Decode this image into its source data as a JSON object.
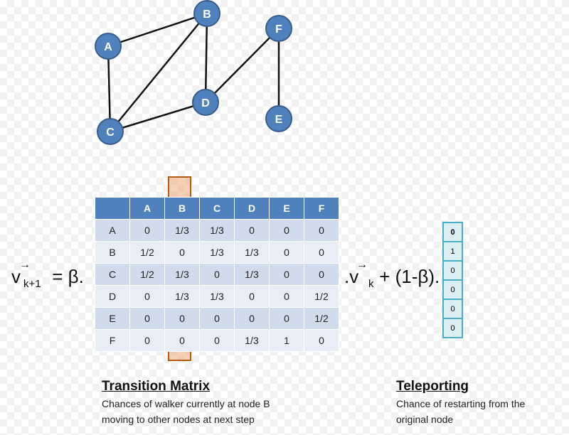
{
  "graph": {
    "nodes": [
      {
        "id": "A",
        "label": "A"
      },
      {
        "id": "B",
        "label": "B"
      },
      {
        "id": "C",
        "label": "C"
      },
      {
        "id": "D",
        "label": "D"
      },
      {
        "id": "E",
        "label": "E"
      },
      {
        "id": "F",
        "label": "F"
      }
    ],
    "edges": [
      [
        "A",
        "B"
      ],
      [
        "A",
        "C"
      ],
      [
        "B",
        "C"
      ],
      [
        "B",
        "D"
      ],
      [
        "C",
        "D"
      ],
      [
        "D",
        "F"
      ],
      [
        "F",
        "E"
      ]
    ],
    "node_color": "#4f81bd",
    "node_stroke": "#385d8a"
  },
  "formula": {
    "lhs_v": "v",
    "arrow": "→",
    "lhs_sub": "k+1",
    "equals_beta": " = β.",
    "rhs_v": ".v",
    "rhs_sub": "k",
    "rhs_tail": " + (1-β)."
  },
  "matrix": {
    "columns": [
      "A",
      "B",
      "C",
      "D",
      "E",
      "F"
    ],
    "rows": [
      {
        "label": "A",
        "cells": [
          "0",
          "1/3",
          "1/3",
          "0",
          "0",
          "0"
        ]
      },
      {
        "label": "B",
        "cells": [
          "1/2",
          "0",
          "1/3",
          "1/3",
          "0",
          "0"
        ]
      },
      {
        "label": "C",
        "cells": [
          "1/2",
          "1/3",
          "0",
          "1/3",
          "0",
          "0"
        ]
      },
      {
        "label": "D",
        "cells": [
          "0",
          "1/3",
          "1/3",
          "0",
          "0",
          "1/2"
        ]
      },
      {
        "label": "E",
        "cells": [
          "0",
          "0",
          "0",
          "0",
          "0",
          "1/2"
        ]
      },
      {
        "label": "F",
        "cells": [
          "0",
          "0",
          "0",
          "1/3",
          "1",
          "0"
        ]
      }
    ],
    "highlight_column": "B",
    "header_color": "#4f81bd",
    "highlight_color": "#f0965a"
  },
  "teleport_vector": [
    "0",
    "1",
    "0",
    "0",
    "0",
    "0"
  ],
  "captions": {
    "transition_title": "Transition Matrix",
    "transition_line1": "Chances of walker currently at node B",
    "transition_line2": "moving to other nodes at next step",
    "teleport_title": "Teleporting",
    "teleport_line1": "Chance of restarting from the",
    "teleport_line2": "original node"
  }
}
